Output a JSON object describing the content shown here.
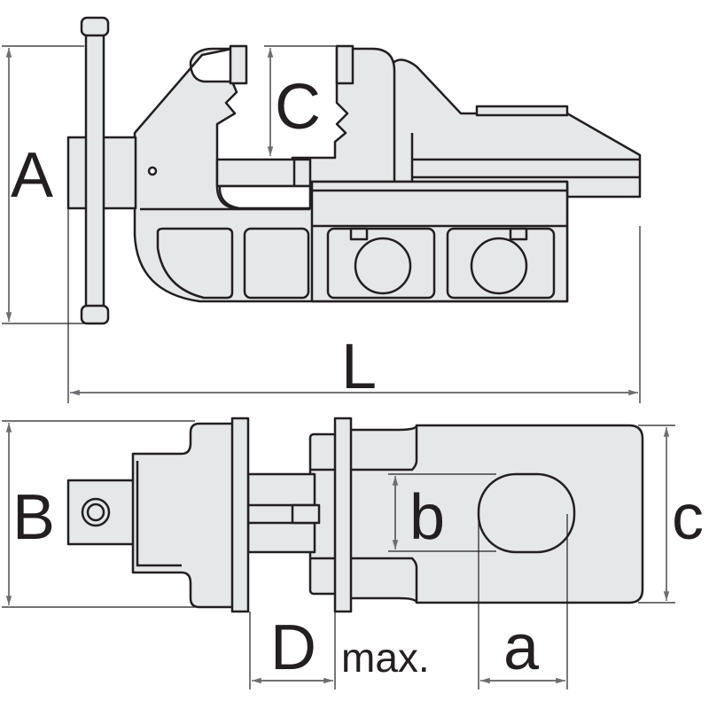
{
  "colors": {
    "fill": "#e6e7e8",
    "stroke": "#231f20"
  },
  "labels": {
    "A": "A",
    "C": "C",
    "L": "L",
    "B": "B",
    "b": "b",
    "c": "c",
    "D": "D",
    "max": "max.",
    "a": "a"
  }
}
